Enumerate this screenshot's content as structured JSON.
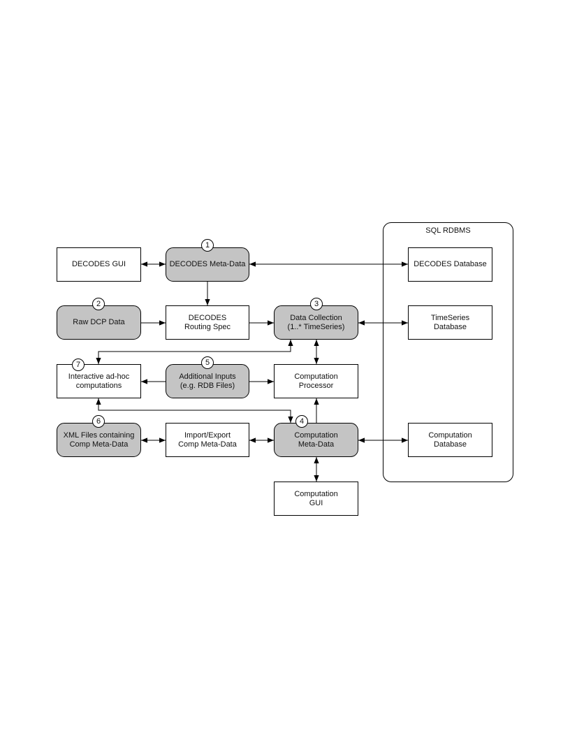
{
  "container": {
    "title": "SQL RDBMS"
  },
  "boxes": {
    "decodes_gui": [
      "DECODES GUI"
    ],
    "decodes_meta": [
      "DECODES Meta-Data"
    ],
    "decodes_db": [
      "DECODES Database"
    ],
    "raw_dcp": [
      "Raw DCP Data"
    ],
    "routing_spec": [
      "DECODES",
      "Routing Spec"
    ],
    "data_collection": [
      "Data Collection",
      "(1..* TimeSeries)"
    ],
    "timeseries_db": [
      "TimeSeries",
      "Database"
    ],
    "interactive": [
      "Interactive ad-hoc",
      "computations"
    ],
    "additional_inputs": [
      "Additional Inputs",
      "(e.g. RDB Files)"
    ],
    "comp_processor": [
      "Computation",
      "Processor"
    ],
    "xml_files": [
      "XML Files containing",
      "Comp Meta-Data"
    ],
    "import_export": [
      "Import/Export",
      "Comp Meta-Data"
    ],
    "comp_meta": [
      "Computation",
      "Meta-Data"
    ],
    "comp_db": [
      "Computation",
      "Database"
    ],
    "comp_gui": [
      "Computation",
      "GUI"
    ]
  },
  "badges": {
    "b1": "1",
    "b2": "2",
    "b3": "3",
    "b4": "4",
    "b5": "5",
    "b6": "6",
    "b7": "7"
  },
  "colors": {
    "shaded_fill": "#c4c4c4",
    "stroke": "#000000"
  }
}
